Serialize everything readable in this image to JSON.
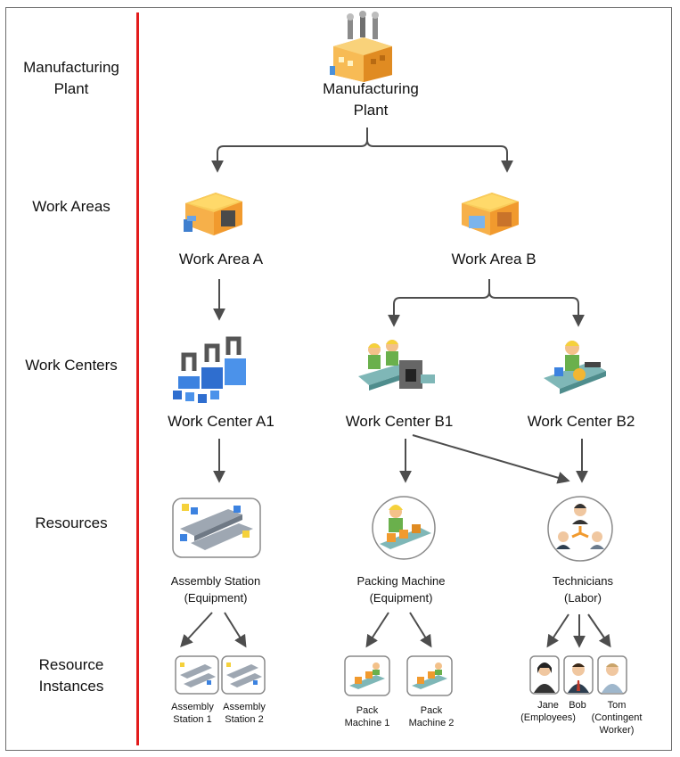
{
  "levels": [
    "Manufacturing\nPlant",
    "Work\nAreas",
    "Work\nCenters",
    "Resources",
    "Resource\nInstances"
  ],
  "nodes": {
    "plant": "Manufacturing\nPlant",
    "work_area_a": "Work Area A",
    "work_area_b": "Work Area B",
    "work_center_a1": "Work Center A1",
    "work_center_b1": "Work Center B1",
    "work_center_b2": "Work Center B2",
    "assembly_station": "Assembly Station\n(Equipment)",
    "packing_machine": "Packing Machine\n(Equipment)",
    "technicians": "Technicians\n(Labor)",
    "assembly_station_1": "Assembly\nStation 1",
    "assembly_station_2": "Assembly\nStation 2",
    "pack_machine_1": "Pack\nMachine 1",
    "pack_machine_2": "Pack\nMachine 2",
    "jane": "Jane\n(Employees)",
    "bob": "Bob",
    "tom": "Tom\n(Contingent\nWorker)"
  },
  "icons": {
    "plant": "factory-icon",
    "work_area": "warehouse-icon",
    "work_center_a1": "assembly-line-icon",
    "work_center_b": "conveyor-worker-icon",
    "assembly_station": "assembly-station-icon",
    "packing_machine": "packing-machine-icon",
    "technicians": "technicians-group-icon",
    "person": "person-avatar-icon"
  },
  "colors": {
    "divider": "#e21b1b",
    "arrow": "#4d4d4d",
    "frame": "#6d6d6d"
  }
}
